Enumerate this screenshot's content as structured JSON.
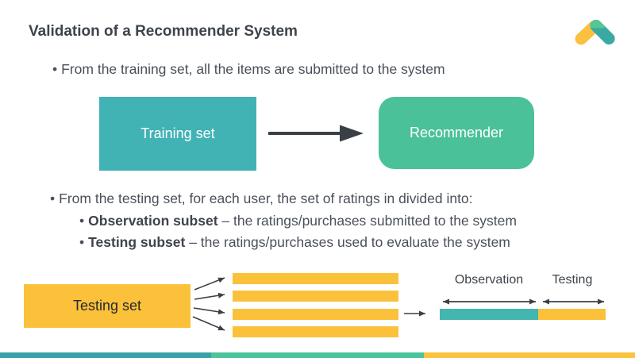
{
  "slide": {
    "title": "Validation of a Recommender System",
    "bullet_char": "•",
    "bullet1": "From the training set, all the items are submitted to the system",
    "bullet2": "From the testing set, for each user, the set of ratings in divided into:",
    "sub_bullets": [
      {
        "bold": "Observation subset",
        "rest": " – the ratings/purchases submitted to the system"
      },
      {
        "bold": "Testing subset",
        "rest": " – the ratings/purchases used to evaluate the system"
      }
    ]
  },
  "diagram_training": {
    "training_box_label": "Training set",
    "recommender_box_label": "Recommender"
  },
  "diagram_testing": {
    "testing_box_label": "Testing set",
    "observation_label": "Observation",
    "testing_label": "Testing",
    "ratings_bar_count": 4,
    "split_bar": {
      "observation_color": "#44b6b0",
      "testing_color": "#fbc13a"
    }
  },
  "colors": {
    "teal": "#41b3b5",
    "green": "#4bc199",
    "yellow": "#fbc13a",
    "split-teal": "#44b6b0",
    "stripe-teal": "#3aa1a8",
    "stripe-green": "#4bc49b",
    "stripe-yellow": "#fbc23f",
    "arrow": "#3a4046",
    "text-dark": "#3e444b",
    "text-body": "#4a505a",
    "text-darkest": "#26292e",
    "logo-yellow": "#fbc03f",
    "logo-teal": "#3aa9a3",
    "logo-green": "#57c690"
  }
}
